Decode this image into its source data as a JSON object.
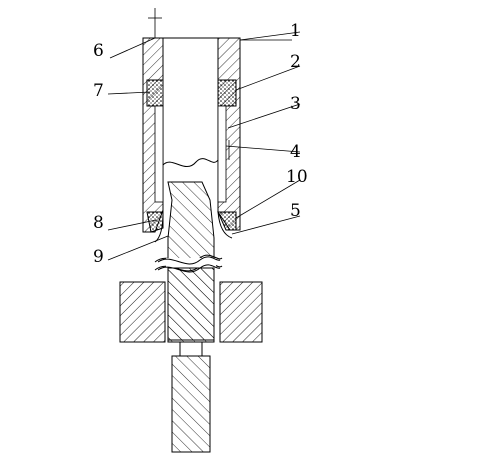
{
  "diagram": {
    "callouts": [
      {
        "id": "c1",
        "label": "1"
      },
      {
        "id": "c2",
        "label": "2"
      },
      {
        "id": "c3",
        "label": "3"
      },
      {
        "id": "c4",
        "label": "4"
      },
      {
        "id": "c10",
        "label": "10"
      },
      {
        "id": "c5",
        "label": "5"
      },
      {
        "id": "c6",
        "label": "6"
      },
      {
        "id": "c7",
        "label": "7"
      },
      {
        "id": "c8",
        "label": "8"
      },
      {
        "id": "c9",
        "label": "9"
      }
    ]
  }
}
